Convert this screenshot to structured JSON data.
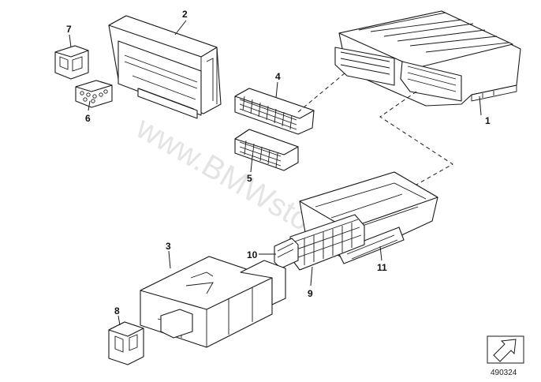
{
  "parts": [
    {
      "id": "p1",
      "number": "1",
      "name": "ecu-control-unit"
    },
    {
      "id": "p2",
      "number": "2",
      "name": "connector-housing-large"
    },
    {
      "id": "p3",
      "number": "3",
      "name": "connector-cover"
    },
    {
      "id": "p4",
      "number": "4",
      "name": "connector-block-upper"
    },
    {
      "id": "p5",
      "number": "5",
      "name": "connector-block-lower"
    },
    {
      "id": "p6",
      "number": "6",
      "name": "small-plug-lower"
    },
    {
      "id": "p7",
      "number": "7",
      "name": "small-plug-upper"
    },
    {
      "id": "p8",
      "number": "8",
      "name": "plug-housing-small"
    },
    {
      "id": "p9",
      "number": "9",
      "name": "connector-strip-main"
    },
    {
      "id": "p10",
      "number": "10",
      "name": "connector-strip-end"
    },
    {
      "id": "p11",
      "number": "11",
      "name": "locking-slide"
    }
  ],
  "watermark": "www.BMWstore.pl",
  "diagram_ref": "490324",
  "icons": {
    "orientation": "arrow-orientation-icon"
  }
}
